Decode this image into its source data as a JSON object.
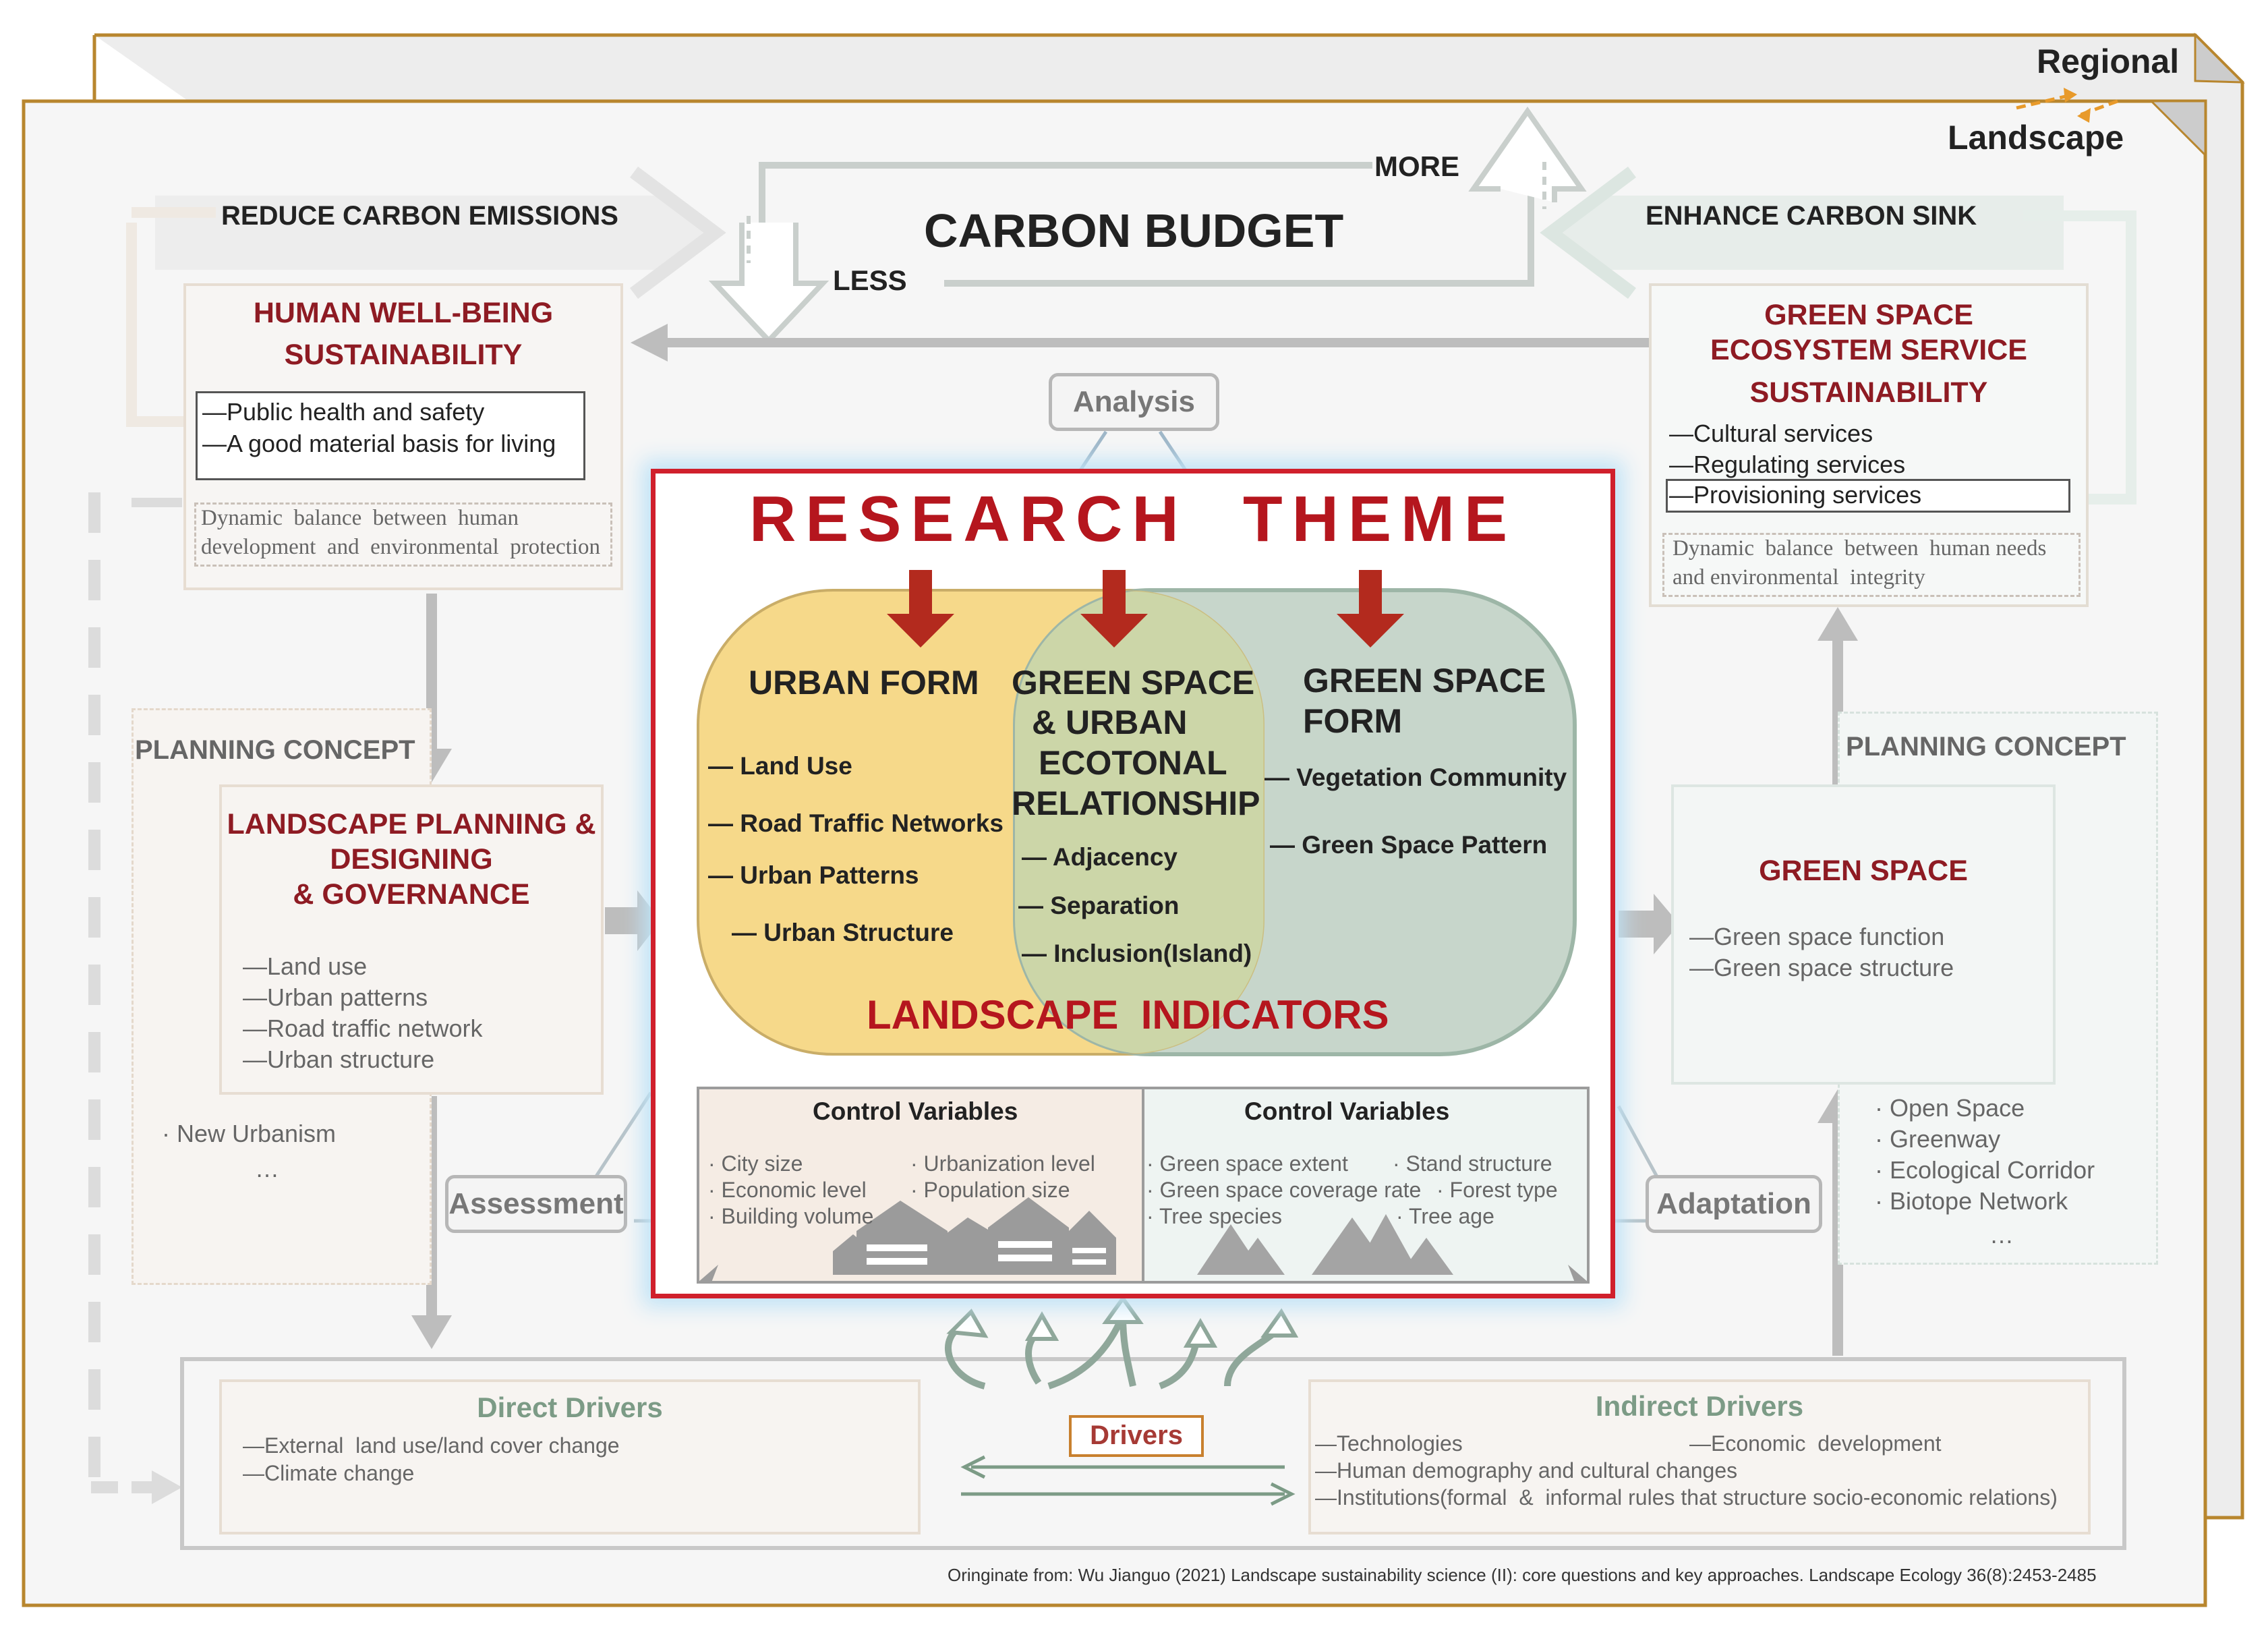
{
  "scales": {
    "regional": "Regional",
    "landscape": "Landscape"
  },
  "carbon": {
    "title": "CARBON BUDGET",
    "more": "MORE",
    "less": "LESS",
    "reduce": "REDUCE CARBON EMISSIONS",
    "enhance": "ENHANCE CARBON SINK"
  },
  "human": {
    "title1": "HUMAN WELL-BEING",
    "title2": "SUSTAINABILITY",
    "items": [
      "—Public health and safety",
      "—A good material basis for living"
    ],
    "balance1": "Dynamic  balance  between  human",
    "balance2": "development  and  environmental  protection"
  },
  "gses": {
    "title1": "GREEN SPACE",
    "title2": "ECOSYSTEM SERVICE",
    "title3": "SUSTAINABILITY",
    "items": [
      "—Cultural services",
      "—Regulating services",
      "—Provisioning services"
    ],
    "balance1": "Dynamic  balance  between  human needs",
    "balance2": "and environmental  integrity"
  },
  "analysis": "Analysis",
  "assessment": "Assessment",
  "adaptation": "Adaptation",
  "research": {
    "theme": "RESEARCH  THEME",
    "urban_form": {
      "title": "URBAN FORM",
      "items": [
        "— Land Use",
        "— Road Traffic Networks",
        "— Urban Patterns",
        "— Urban Structure"
      ]
    },
    "ecotone": {
      "title": [
        "GREEN SPACE",
        "& URBAN",
        "ECOTONAL",
        "RELATIONSHIP"
      ],
      "items": [
        "— Adjacency",
        "— Separation",
        "— Inclusion(Island)"
      ]
    },
    "gs_form": {
      "title": [
        "GREEN SPACE",
        "FORM"
      ],
      "items": [
        "— Vegetation Community",
        "— Green Space Pattern"
      ]
    },
    "indicators": "LANDSCAPE  INDICATORS",
    "cv_left": {
      "title": "Control Variables",
      "col1": [
        "· City size",
        "· Economic level",
        "· Building volume"
      ],
      "col2": [
        "· Urbanization level",
        "· Population size"
      ]
    },
    "cv_right": {
      "title": "Control Variables",
      "col1": [
        "· Green space extent",
        "· Green space coverage rate",
        "· Tree species"
      ],
      "col2": [
        "· Stand structure",
        "· Forest type",
        "· Tree age"
      ]
    }
  },
  "left_plan": {
    "concept": "PLANNING CONCEPT",
    "title1": "LANDSCAPE PLANNING &",
    "title2": "DESIGNING",
    "title3": "& GOVERNANCE",
    "items": [
      "—Land use",
      "—Urban patterns",
      "—Road traffic network",
      "—Urban structure"
    ],
    "extra": "· New Urbanism",
    "ellipsis": "…"
  },
  "right_plan": {
    "concept": "PLANNING CONCEPT",
    "title": "GREEN SPACE",
    "items": [
      "—Green space function",
      "—Green space structure"
    ],
    "extra": [
      "· Open Space",
      "· Greenway",
      "· Ecological Corridor",
      "· Biotope Network"
    ],
    "ellipsis": "…"
  },
  "drivers": {
    "label": "Drivers",
    "direct": {
      "title": "Direct Drivers",
      "items": [
        "—External  land use/land cover change",
        "—Climate change"
      ]
    },
    "indirect": {
      "title": "Indirect Drivers",
      "items": [
        "—Technologies",
        "—Economic  development",
        "—Human demography and cultural changes",
        "—Institutions(formal  &  informal rules that structure socio-economic relations)"
      ]
    }
  },
  "source": "Oringinate from: Wu Jianguo (2021) Landscape sustainability science (II): core questions and key approaches. Landscape Ecology 36(8):2453-2485",
  "colors": {
    "frame": "#b8862e",
    "red_frame": "#d0202c",
    "theme_red": "#b5161e",
    "urban_yellow": "#f6d98a",
    "green_form": "#c7d6cb",
    "driver_green": "#7c9b86"
  }
}
